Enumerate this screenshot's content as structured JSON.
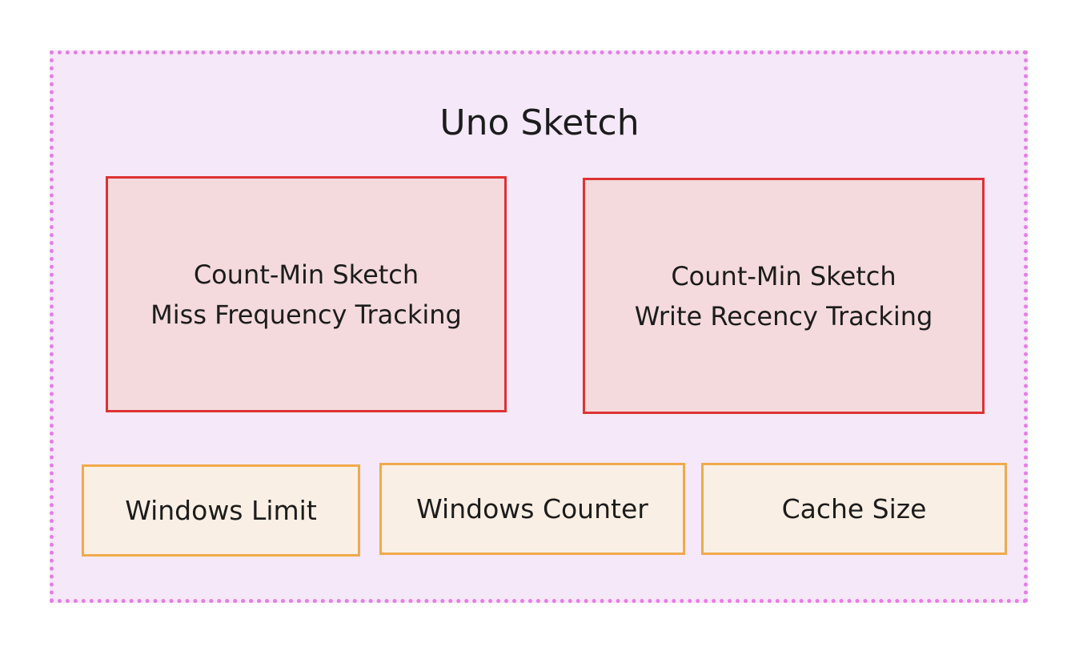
{
  "diagram": {
    "title": "Uno Sketch",
    "sketches": [
      {
        "line1": "Count-Min Sketch",
        "line2": "Miss Frequency Tracking"
      },
      {
        "line1": "Count-Min Sketch",
        "line2": "Write Recency Tracking"
      }
    ],
    "parameters": [
      {
        "label": "Windows Limit"
      },
      {
        "label": "Windows Counter"
      },
      {
        "label": "Cache Size"
      }
    ],
    "colors": {
      "container_fill": "#f5e8f8",
      "container_border": "#e67de6",
      "sketch_fill": "#f4dadc",
      "sketch_border": "#dd3333",
      "param_fill": "#faefe4",
      "param_border": "#f0aa4b"
    }
  }
}
